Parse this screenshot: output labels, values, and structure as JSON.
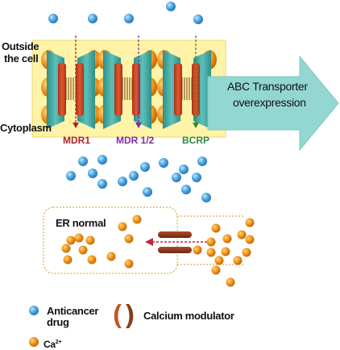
{
  "membrane": {
    "outside_label_line1": "Outside",
    "outside_label_line2": "the cell",
    "cytoplasm_label": "Cytoplasm"
  },
  "transporters": [
    {
      "name": "MDR1",
      "color": "#b22222"
    },
    {
      "name": "MDR 1/2",
      "color": "#7b2fa0"
    },
    {
      "name": "BCRP",
      "color": "#2e8b3d"
    }
  ],
  "arrow": {
    "line1": "ABC Transporter",
    "line2": "overexpression"
  },
  "er": {
    "label": "ER normal"
  },
  "legend": {
    "drug_line1": "Anticancer",
    "drug_line2": "drug",
    "modulator": "Calcium modulator",
    "calcium": "Ca",
    "calcium_sup": "2+"
  },
  "colors": {
    "drug": "#4ba6e0",
    "calcium": "#f0961e",
    "membrane_band": "#fff2a6",
    "transporter": "#2e9a93",
    "arrow": "#8fd3cf",
    "modulator": "#8b3a1a"
  }
}
